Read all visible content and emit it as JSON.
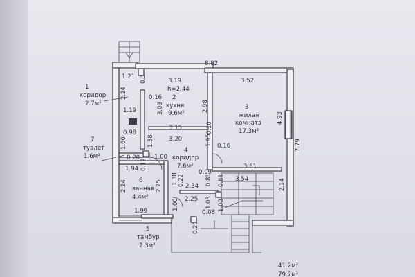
{
  "rooms": [
    {
      "num": "1",
      "name": "коридор",
      "area": "2.7м²"
    },
    {
      "num": "2",
      "name": "кухня",
      "area": "9.6м²"
    },
    {
      "num": "3",
      "name_l1": "жилая",
      "name_l2": "комната",
      "area": "17.3м²"
    },
    {
      "num": "4",
      "name": "коридор",
      "area": "7.6м²"
    },
    {
      "num": "5",
      "name": "тамбур",
      "area": "2.3м²"
    },
    {
      "num": "6",
      "name": "ванная",
      "area": "4.4м²"
    },
    {
      "num": "7",
      "name": "туалет",
      "area": "1.6м²"
    }
  ],
  "ceiling_height": "h=2.44",
  "dims": {
    "d_8_82": "8.82",
    "d_3_52": "3.52",
    "d_3_19": "3.19",
    "d_1_21": "1.21",
    "d_0_3": "0.3",
    "d_0_16a": "0.16",
    "d_2_24a": "2.24",
    "d_3_03": "3.03",
    "d_2_98": "2.98",
    "d_4_93": "4.93",
    "d_1_19": "1.19",
    "d_0_98": "0.98",
    "d_3_15": "3.15",
    "d_3_20": "3.20",
    "d_0_10": "0.10",
    "d_7_79": "7.79",
    "d_1_60": "1.60",
    "d_0_20a": "0.20",
    "d_1_00a": "1.00",
    "d_1_38a": "1.38",
    "d_1_95": "1.95",
    "d_0_16b": "0.16",
    "d_1_94": "1.94",
    "d_0_12": "0.12",
    "d_3_51": "3.51",
    "d_0_09": "0.09",
    "d_3_54": "3.54",
    "d_2_24b": "2.24",
    "d_2_25a": "2.25",
    "d_1_38b": "1.38",
    "d_0_22": "0.22",
    "d_2_34": "2.34",
    "d_0_81": "0.81",
    "d_0_88": "0.88",
    "d_2_14": "2.14",
    "d_2_25b": "2.25",
    "d_1_03": "1.03",
    "d_1_00b": "1.00",
    "d_1_00c": "1.00",
    "d_0_08": "0.08",
    "d_1_99": "1.99",
    "d_0_20b": "0.20"
  },
  "totals": {
    "area_1": "41.2м²",
    "area_2": "79.7м²"
  }
}
